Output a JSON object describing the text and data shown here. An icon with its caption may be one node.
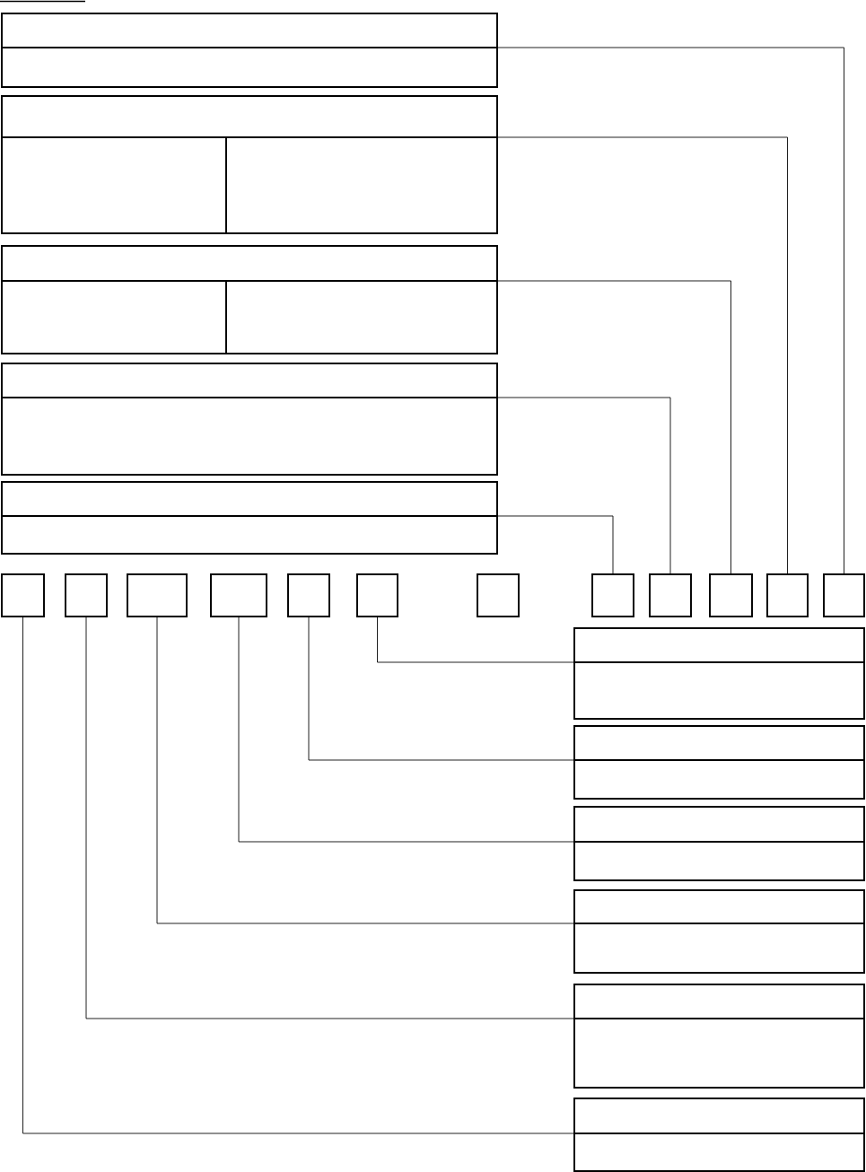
{
  "diagram": {
    "nodes": [
      {
        "text": [],
        "shape": "box"
      },
      {
        "text": [],
        "shape": "box"
      },
      {
        "text": [],
        "shape": "box"
      },
      {
        "text": [],
        "shape": "box"
      },
      {
        "text": [],
        "shape": "box"
      },
      {
        "text": [],
        "shape": "box"
      },
      {
        "text": [],
        "shape": "box"
      },
      {
        "text": [],
        "shape": "box"
      },
      {
        "text": [],
        "shape": "box"
      },
      {
        "text": [],
        "shape": "box"
      },
      {
        "text": [],
        "shape": "box"
      },
      {
        "text": [],
        "shape": "box"
      },
      {
        "text": [],
        "shape": "box"
      },
      {
        "text": [],
        "shape": "box"
      },
      {
        "text": [],
        "shape": "box"
      },
      {
        "text": [],
        "shape": "box"
      },
      {
        "text": [],
        "shape": "box"
      },
      {
        "text": [],
        "shape": "box"
      },
      {
        "text": [],
        "shape": "box"
      },
      {
        "text": [],
        "shape": "box"
      },
      {
        "text": [],
        "shape": "box"
      },
      {
        "text": [],
        "shape": "box"
      },
      {
        "text": [],
        "shape": "box"
      }
    ],
    "edges": [
      {
        "from": 0,
        "to": 16,
        "arrow": "none"
      },
      {
        "from": 1,
        "to": 15,
        "arrow": "none"
      },
      {
        "from": 2,
        "to": 14,
        "arrow": "none"
      },
      {
        "from": 3,
        "to": 13,
        "arrow": "none"
      },
      {
        "from": 4,
        "to": 12,
        "arrow": "none"
      },
      {
        "from": 10,
        "to": 17,
        "arrow": "none"
      },
      {
        "from": 9,
        "to": 18,
        "arrow": "none"
      },
      {
        "from": 8,
        "to": 19,
        "arrow": "none"
      },
      {
        "from": 7,
        "to": 20,
        "arrow": "none"
      },
      {
        "from": 6,
        "to": 21,
        "arrow": "none"
      },
      {
        "from": 5,
        "to": 22,
        "arrow": "none"
      }
    ]
  }
}
